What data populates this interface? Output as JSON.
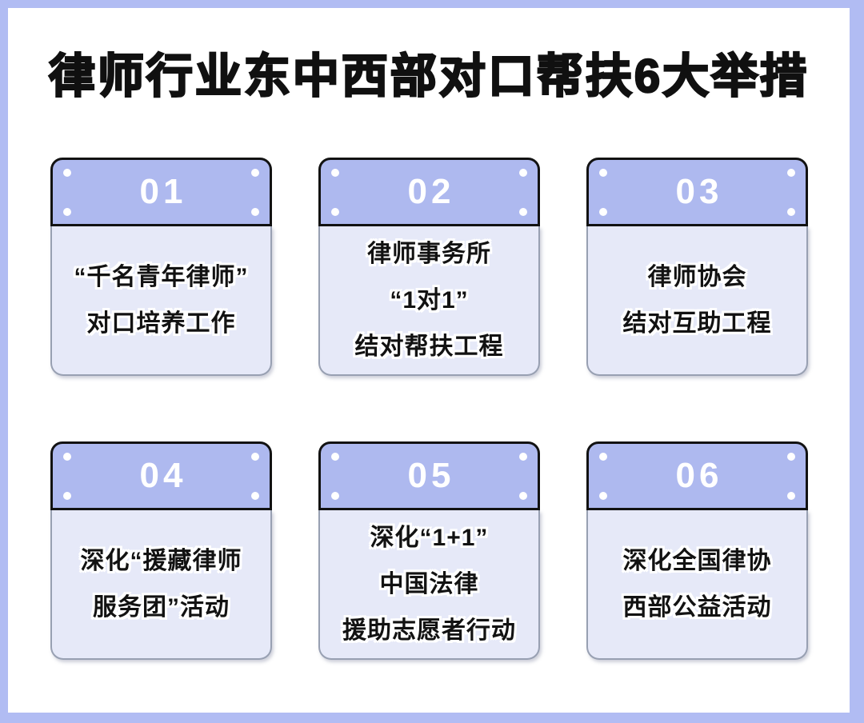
{
  "poster": {
    "title": "律师行业东中西部对口帮扶6大举措"
  },
  "cards": [
    {
      "number": "01",
      "lines": [
        "“千名青年律师”",
        "对口培养工作"
      ]
    },
    {
      "number": "02",
      "lines": [
        "律师事务所",
        "“1对1”",
        "结对帮扶工程"
      ]
    },
    {
      "number": "03",
      "lines": [
        "律师协会",
        "结对互助工程"
      ]
    },
    {
      "number": "04",
      "lines": [
        "深化“援藏律师",
        "服务团”活动"
      ]
    },
    {
      "number": "05",
      "lines": [
        "深化“1+1”",
        "中国法律",
        "援助志愿者行动"
      ]
    },
    {
      "number": "06",
      "lines": [
        "深化全国律协",
        "西部公益活动"
      ]
    }
  ],
  "colors": {
    "page_border": "#b1bcf3",
    "panel_bg": "#ffffff",
    "card_header_bg": "#aeb9ef",
    "card_header_border": "#121212",
    "card_body_bg": "#e6e9f8",
    "card_body_border": "#98a0b2",
    "number_color": "#ffffff",
    "text_color": "#121212",
    "text_outline": "#ffffff"
  }
}
